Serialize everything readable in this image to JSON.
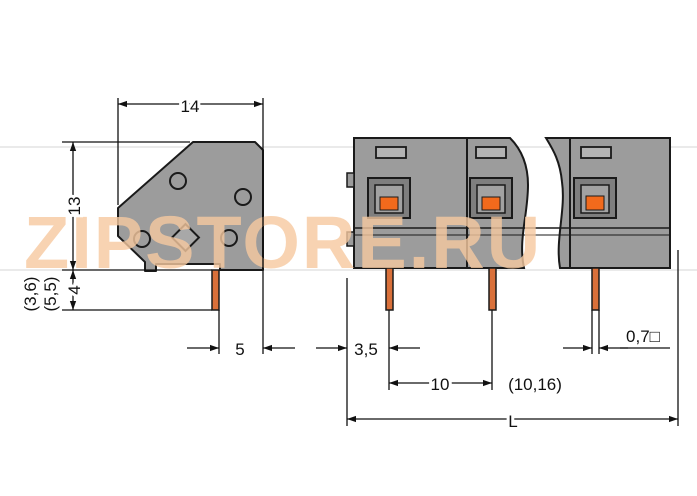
{
  "dimensions": {
    "width_14": "14",
    "height_13": "13",
    "height_4": "4",
    "paren_3_6": "(3,6)",
    "paren_5_5": "(5,5)",
    "pin_5": "5",
    "offset_3_5": "3,5",
    "pitch_10": "10",
    "pitch_10_16": "(10,16)",
    "pin_0_7": "0,7□",
    "length_L": "L"
  },
  "watermark": {
    "text": "ZIPSTORE.RU"
  },
  "colors": {
    "housing": "#9c9c9c",
    "housing_dark": "#6e6e6e",
    "outline": "#1a1a1a",
    "release_button": "#f26a1c",
    "pin": "#d9703a",
    "watermark_orange": "#f7c9a0",
    "watermark_gray": "#e3e3e3"
  },
  "icons": [
    "arrow-head-icon"
  ]
}
